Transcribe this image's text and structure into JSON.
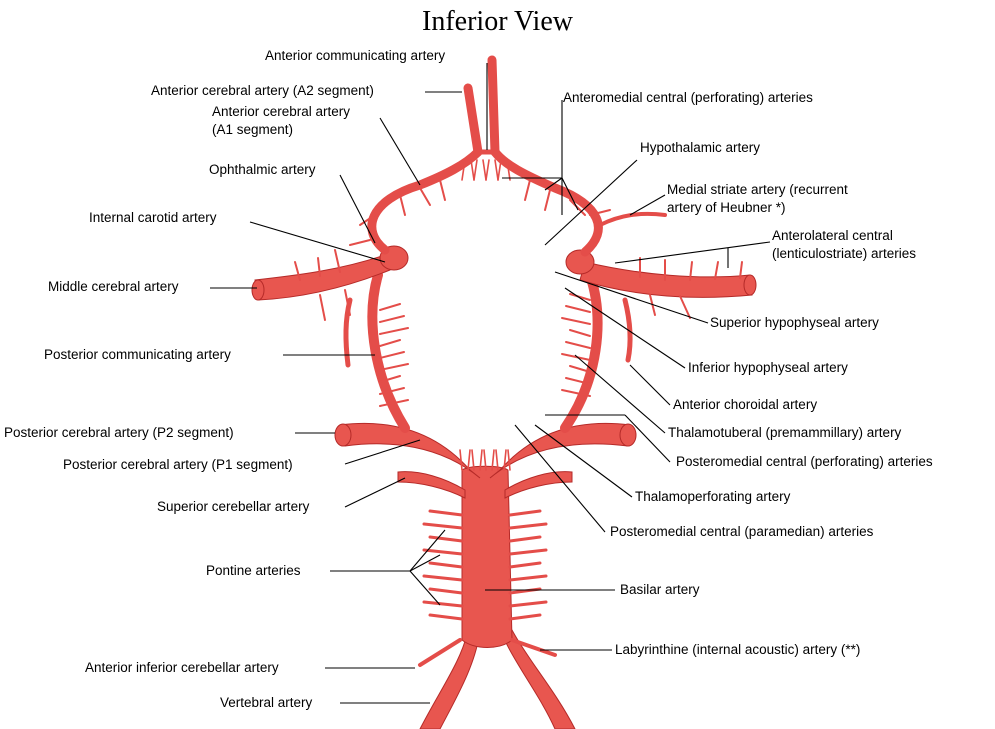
{
  "title": "Inferior View",
  "labels": {
    "anterior_communicating": "Anterior communicating artery",
    "aca_a2": "Anterior cerebral artery (A2 segment)",
    "aca_a1_line1": "Anterior cerebral artery",
    "aca_a1_line2": "(A1 segment)",
    "ophthalmic": "Ophthalmic artery",
    "internal_carotid": "Internal carotid artery",
    "middle_cerebral": "Middle cerebral artery",
    "posterior_communicating": "Posterior communicating artery",
    "pca_p2": "Posterior cerebral artery (P2 segment)",
    "pca_p1": "Posterior cerebral artery (P1 segment)",
    "superior_cerebellar": "Superior cerebellar artery",
    "pontine": "Pontine arteries",
    "aica": "Anterior inferior cerebellar artery",
    "vertebral": "Vertebral artery",
    "anteromedial_central": "Anteromedial central (perforating) arteries",
    "hypothalamic": "Hypothalamic artery",
    "medial_striate_line1": "Medial striate artery (recurrent",
    "medial_striate_line2": "artery of Heubner *)",
    "anterolateral_line1": "Anterolateral central",
    "anterolateral_line2": "(lenticulostriate) arteries",
    "superior_hypophyseal": "Superior hypophyseal artery",
    "inferior_hypophyseal": "Inferior hypophyseal artery",
    "anterior_choroidal": "Anterior choroidal artery",
    "thalamotuberal": "Thalamotuberal (premammillary) artery",
    "posteromedial_perforating": "Posteromedial central (perforating) arteries",
    "thalamoperforating": "Thalamoperforating artery",
    "posteromedial_paramedian": "Posteromedial central (paramedian) arteries",
    "basilar": "Basilar artery",
    "labyrinthine": "Labyrinthine (internal acoustic) artery (**)"
  }
}
